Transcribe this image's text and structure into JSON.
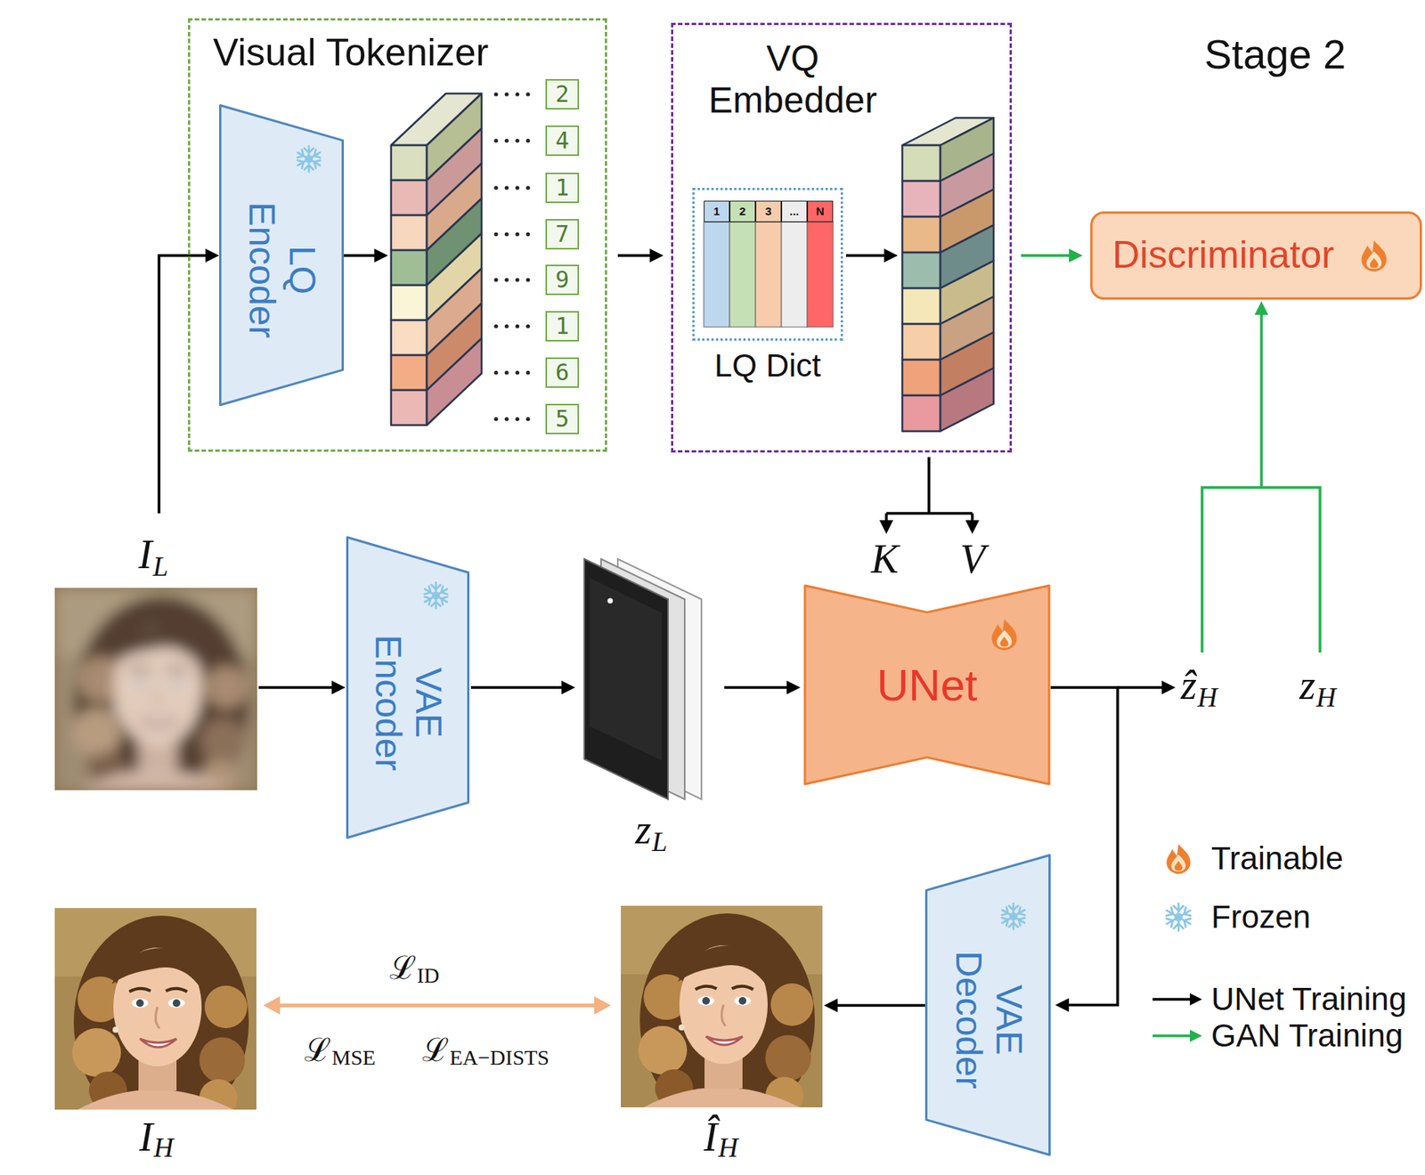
{
  "diagram": {
    "nodes": [
      {
        "text": [
          "Visual Tokenizer"
        ]
      },
      {
        "text": [
          "LQ Encoder"
        ],
        "in": 0
      },
      {
        "text": [
          "2"
        ],
        "in": 0
      },
      {
        "text": [
          "4"
        ],
        "in": 0
      },
      {
        "text": [
          "1"
        ],
        "in": 0
      },
      {
        "text": [
          "7"
        ],
        "in": 0
      },
      {
        "text": [
          "9"
        ],
        "in": 0
      },
      {
        "text": [
          "1"
        ],
        "in": 0
      },
      {
        "text": [
          "6"
        ],
        "in": 0
      },
      {
        "text": [
          "5"
        ],
        "in": 0
      },
      {
        "text": [
          "VQ Embedder"
        ]
      },
      {
        "text": [
          "LQ Dict"
        ],
        "in": 10
      },
      {
        "text": [
          "Discriminator"
        ]
      },
      {
        "text": [
          "VAE Encoder"
        ]
      },
      {
        "text": [
          "UNet"
        ]
      },
      {
        "text": [
          "VAE Decoder"
        ]
      }
    ],
    "edges": [
      {
        "from": 0,
        "to": 10,
        "arrow": "to"
      },
      {
        "from": 10,
        "to": 12,
        "arrow": "to"
      },
      {
        "from": 10,
        "to": 14,
        "arrow": "to"
      },
      {
        "from": 13,
        "to": 14,
        "arrow": "to"
      },
      {
        "from": 14,
        "to": 15,
        "arrow": "to"
      }
    ],
    "labels": [
      "Stage 2",
      "I",
      "L",
      "z",
      "L",
      "K",
      "V",
      "ẑ",
      "H",
      "z",
      "H",
      "I",
      "H",
      "Î",
      "H",
      "ℒ",
      "ID",
      "ℒ",
      "MSE",
      "ℒ",
      "EA−DISTS",
      "1",
      "2",
      "3",
      "...",
      "N"
    ],
    "legend": [
      {
        "text": "Trainable"
      },
      {
        "text": "Frozen"
      },
      {
        "text": "UNet Training"
      },
      {
        "text": "GAN Training"
      }
    ]
  }
}
